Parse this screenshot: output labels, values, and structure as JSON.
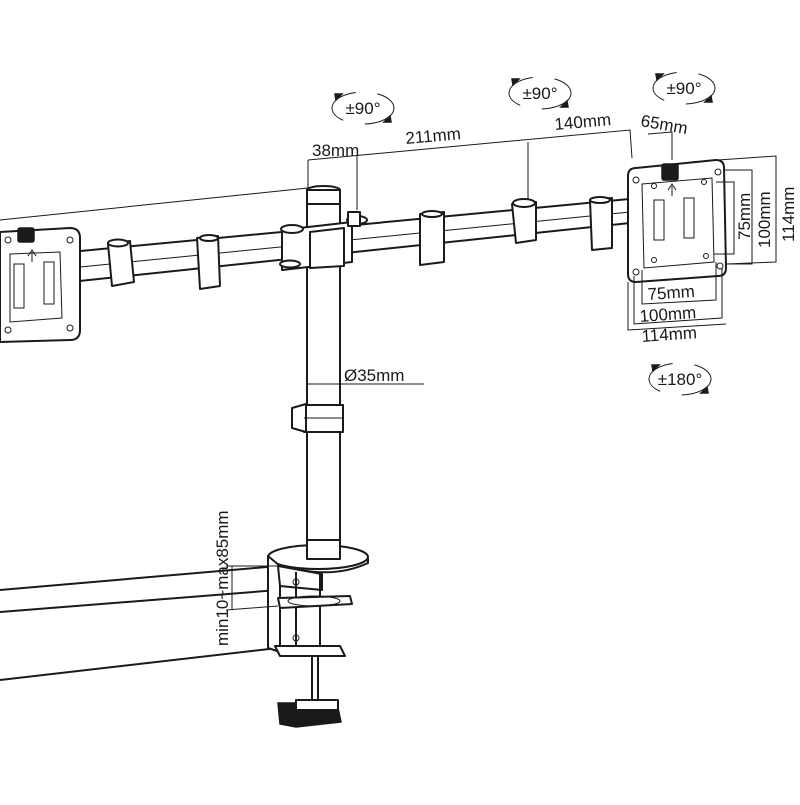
{
  "dimensions": {
    "arm_offset": "38mm",
    "arm_segment": "211mm",
    "arm_outer": "140mm",
    "plate_offset": "65mm",
    "pole_diameter": "Ø35mm",
    "vesa_75_h": "75mm",
    "vesa_100_h": "100mm",
    "plate_114_h": "114mm",
    "vesa_75_v": "75mm",
    "vesa_100_v": "100mm",
    "plate_114_v": "114mm",
    "clamp_range": "min10~max85mm"
  },
  "rotations": {
    "arm_joint": "±90°",
    "elbow": "±90°",
    "tilt": "±90°",
    "swivel": "±180°"
  }
}
